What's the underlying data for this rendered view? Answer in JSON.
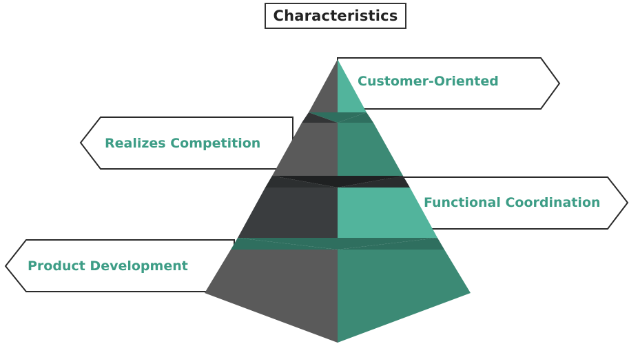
{
  "title": "Characteristics",
  "colors": {
    "teal_text": "#3d9d86",
    "teal_light": "#52b49c",
    "teal_mid": "#3c8a75",
    "teal_dark": "#2f6f5f",
    "gray_mid": "#5a5a5a",
    "gray_dark": "#3a3d3f"
  },
  "levels": [
    {
      "label": "Customer-Oriented",
      "side": "right"
    },
    {
      "label": "Realizes Competition",
      "side": "left"
    },
    {
      "label": "Functional Coordination",
      "side": "right"
    },
    {
      "label": "Product Development",
      "side": "left"
    }
  ]
}
